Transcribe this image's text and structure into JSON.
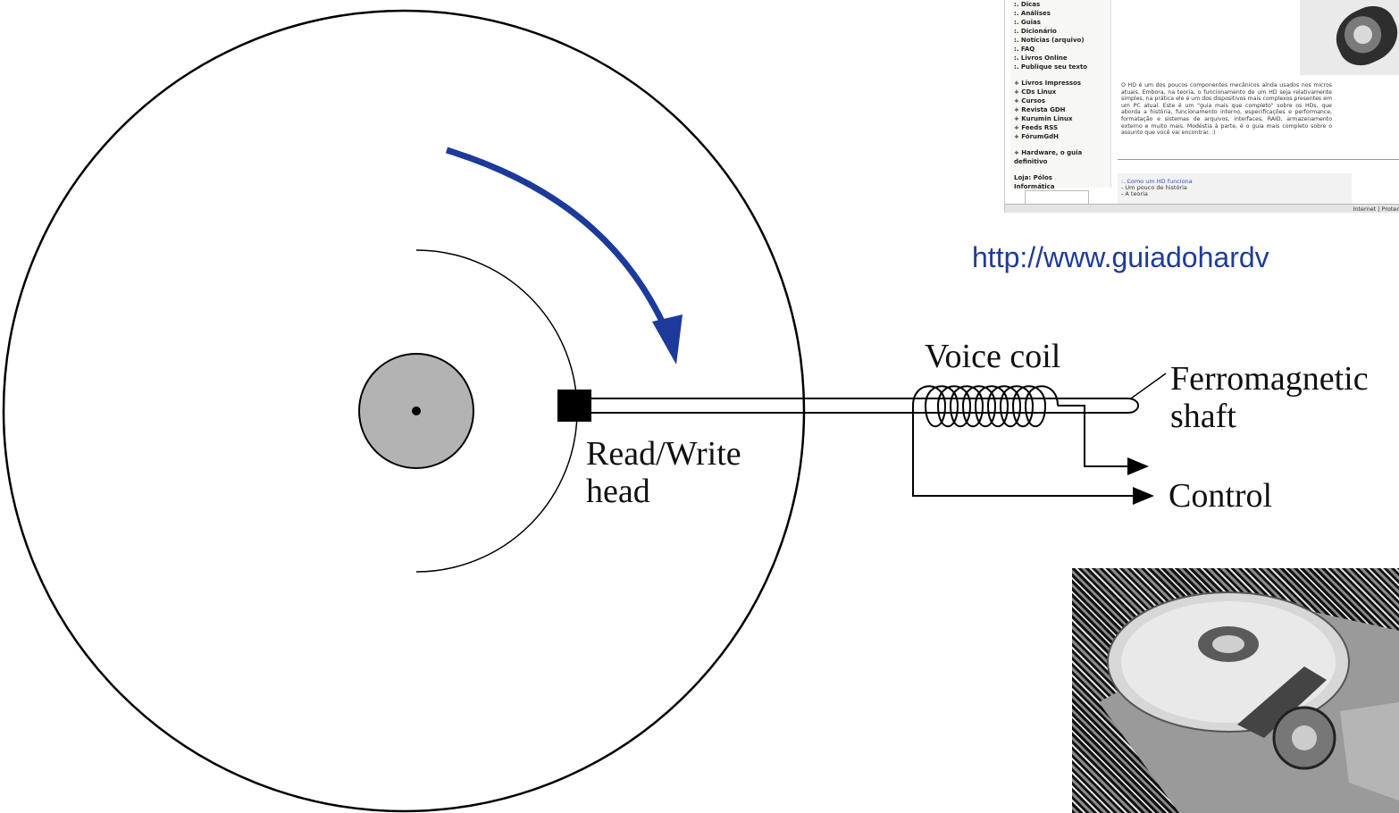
{
  "labels": {
    "head": "Read/Write\nhead",
    "voice_coil": "Voice coil",
    "shaft": "Ferromagnetic\nshaft",
    "control": "Control"
  },
  "url": "http://www.guiadohardv",
  "site_thumbnail": {
    "sidebar_group1": [
      ":. Dicas",
      ":. Análises",
      ":. Guias",
      ":. Dicionário",
      ":. Notícias (arquivo)",
      ":. FAQ",
      ":. Livros Online",
      ":. Publique seu texto"
    ],
    "sidebar_group2": [
      "+ Livros Impressos",
      "+ CDs Linux",
      "+ Cursos",
      "+ Revista GDH",
      "+ Kurumin Linux",
      "+ Feeds RSS",
      "+ FórumGdH"
    ],
    "sidebar_group3": [
      "+ Hardware, o guia",
      "definitivo"
    ],
    "sidebar_group4": [
      "Loja: Pólos",
      "Informática"
    ],
    "paragraph": "O HD é um dos poucos componentes mecânicos ainda usados nos micros atuais. Embora, na teoria, o funcionamento de um HD seja relativamente simples, na prática ele é um dos dispositivos mais complexos presentes em um PC atual. Este é um \"guia mais que completo\" sobre os HDs, que aborda a história, funcionamento interno, especificações e performance, formatação e sistemas de arquivos, interfaces, RAID, armazenamento externo e muito mais. Modéstia à parte, é o guia mais completo sobre o assunto que você vai encontrar. :)",
    "toc": [
      ":. Como um HD funciona",
      "- Um pouco de história",
      "- A teoria"
    ],
    "status": "Internet | Protec"
  },
  "colors": {
    "arrow": "#1c3a9b",
    "hub": "#b3b3b3",
    "url": "#1f3b99"
  }
}
